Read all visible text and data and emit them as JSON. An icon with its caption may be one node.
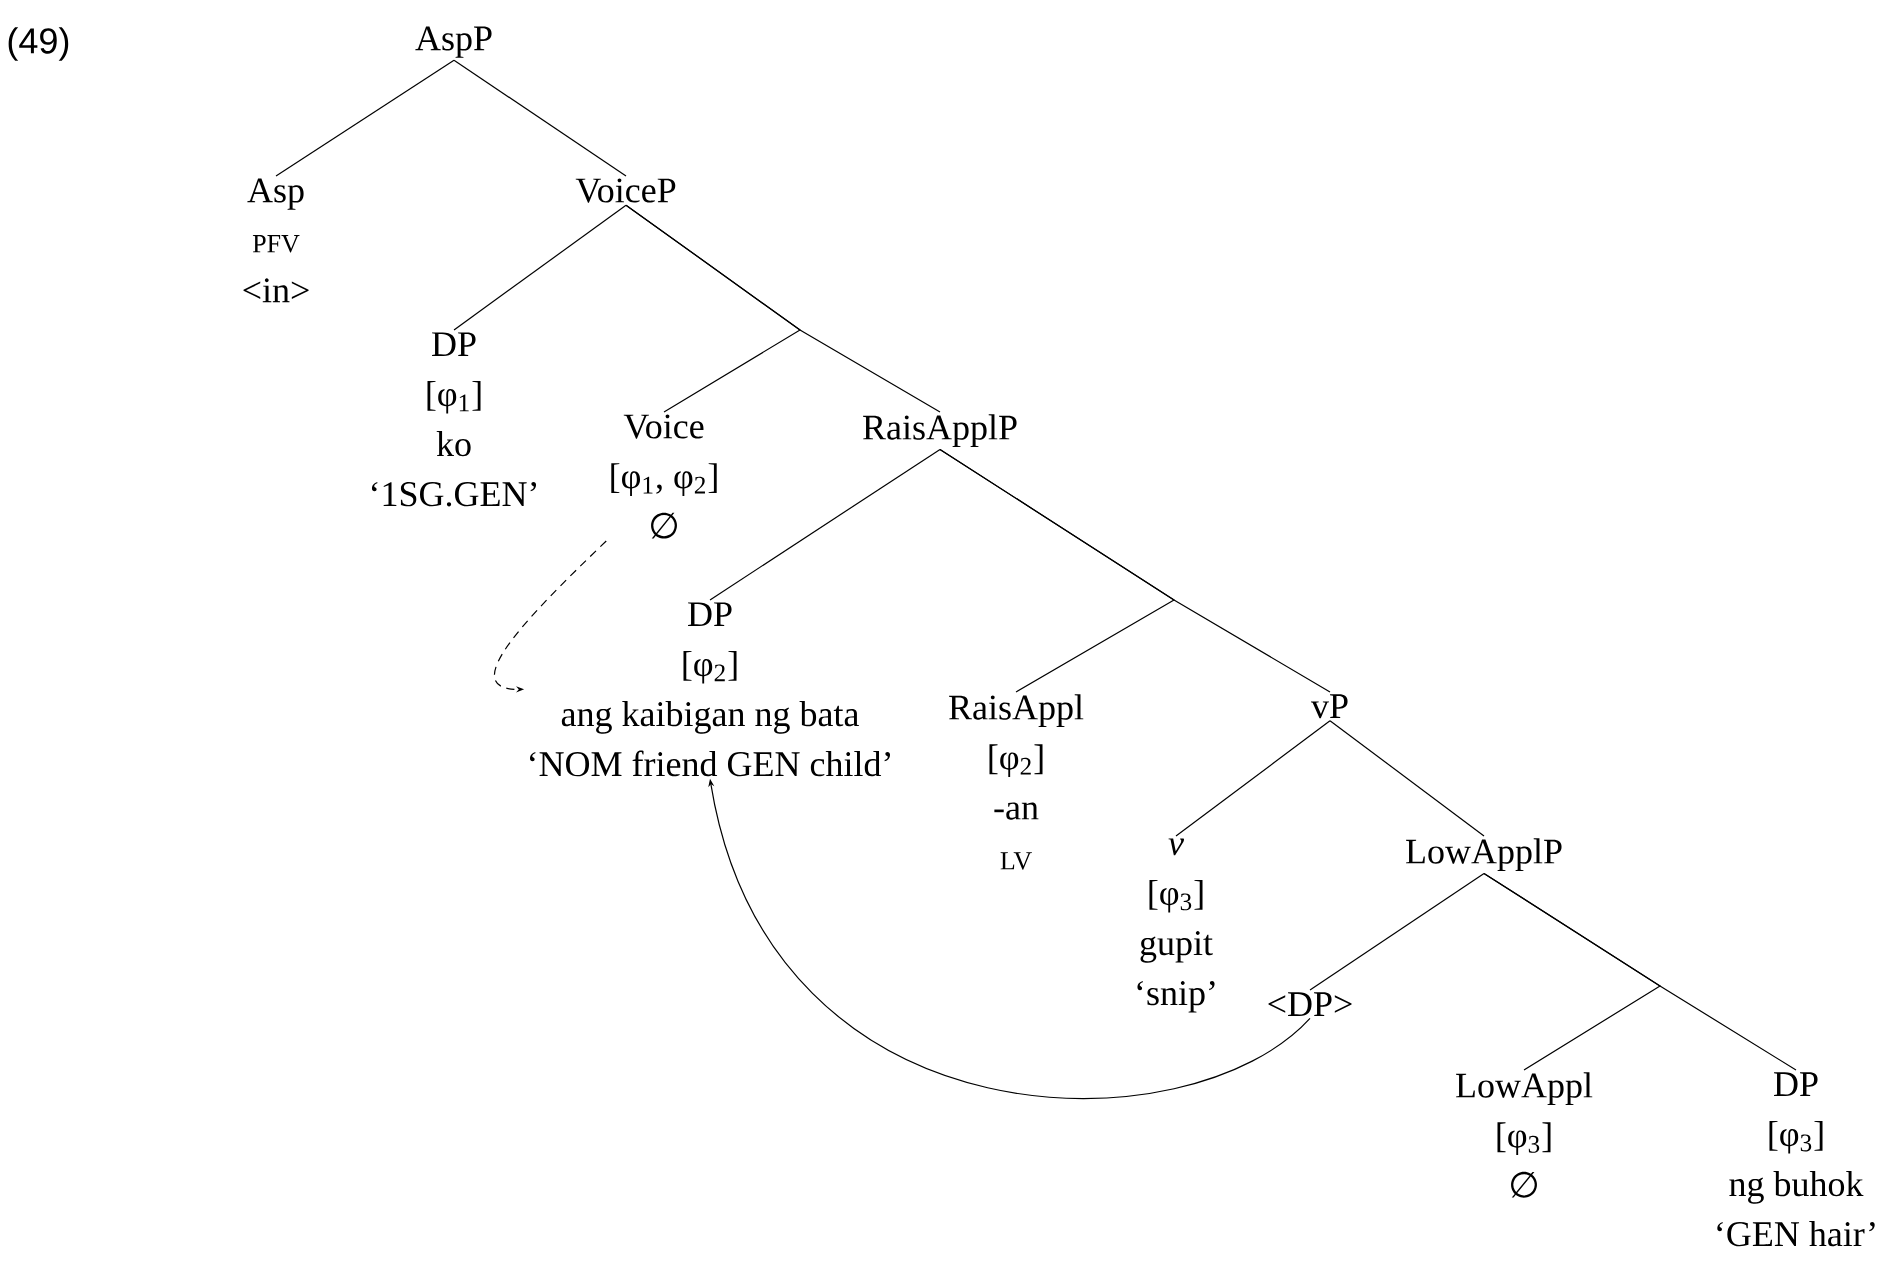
{
  "diagram": {
    "nodes": [
      {
        "text": [
          "AspP"
        ]
      },
      {
        "text": [
          "Asp",
          "PFV",
          "<in>"
        ]
      },
      {
        "text": [
          "VoiceP"
        ]
      },
      {
        "text": [
          "DP",
          "[φ$_{1}$]",
          "ko",
          "‘1SG.GEN’"
        ]
      },
      {
        "text": [
          "Voice",
          "[φ$_{1}$, φ$_{2}$]",
          "∅"
        ]
      },
      {
        "text": [
          "RaisApplP"
        ]
      },
      {
        "text": [
          "DP",
          "[φ$_{2}$]",
          "ang kaibigan ng bata",
          "‘NOM friend GEN child’"
        ]
      },
      {
        "text": [
          "RaisAppl",
          "[φ$_{2}$]",
          "-an",
          "LV"
        ]
      },
      {
        "text": [
          "vP"
        ]
      },
      {
        "text": [
          "v",
          "[φ$_{3}$]",
          "gupit",
          "‘snip’"
        ]
      },
      {
        "text": [
          "LowApplP"
        ]
      },
      {
        "text": [
          "<DP>"
        ]
      },
      {
        "text": [
          "LowAppl",
          "[φ$_{3}$]",
          "∅"
        ]
      },
      {
        "text": [
          "DP",
          "[φ$_{3}$]",
          "ng buhok",
          "‘GEN hair’"
        ]
      }
    ],
    "edges": [
      {
        "from": 0,
        "to": 1,
        "arrow": "none"
      },
      {
        "from": 0,
        "to": 2,
        "arrow": "none"
      },
      {
        "from": 2,
        "to": 3,
        "arrow": "none"
      },
      {
        "from": 2,
        "to": 4,
        "arrow": "none"
      },
      {
        "from": 2,
        "to": 5,
        "arrow": "none"
      },
      {
        "from": 5,
        "to": 6,
        "arrow": "none"
      },
      {
        "from": 5,
        "to": 7,
        "arrow": "none"
      },
      {
        "from": 5,
        "to": 8,
        "arrow": "none"
      },
      {
        "from": 8,
        "to": 9,
        "arrow": "none"
      },
      {
        "from": 8,
        "to": 10,
        "arrow": "none"
      },
      {
        "from": 10,
        "to": 11,
        "arrow": "none"
      },
      {
        "from": 10,
        "to": 12,
        "arrow": "none"
      },
      {
        "from": 10,
        "to": 13,
        "arrow": "none"
      },
      {
        "from": 4,
        "to": 6,
        "arrow": "to",
        "style": "dashed"
      },
      {
        "from": 11,
        "to": 6,
        "arrow": "to"
      }
    ],
    "labels": [
      "(49)"
    ]
  }
}
